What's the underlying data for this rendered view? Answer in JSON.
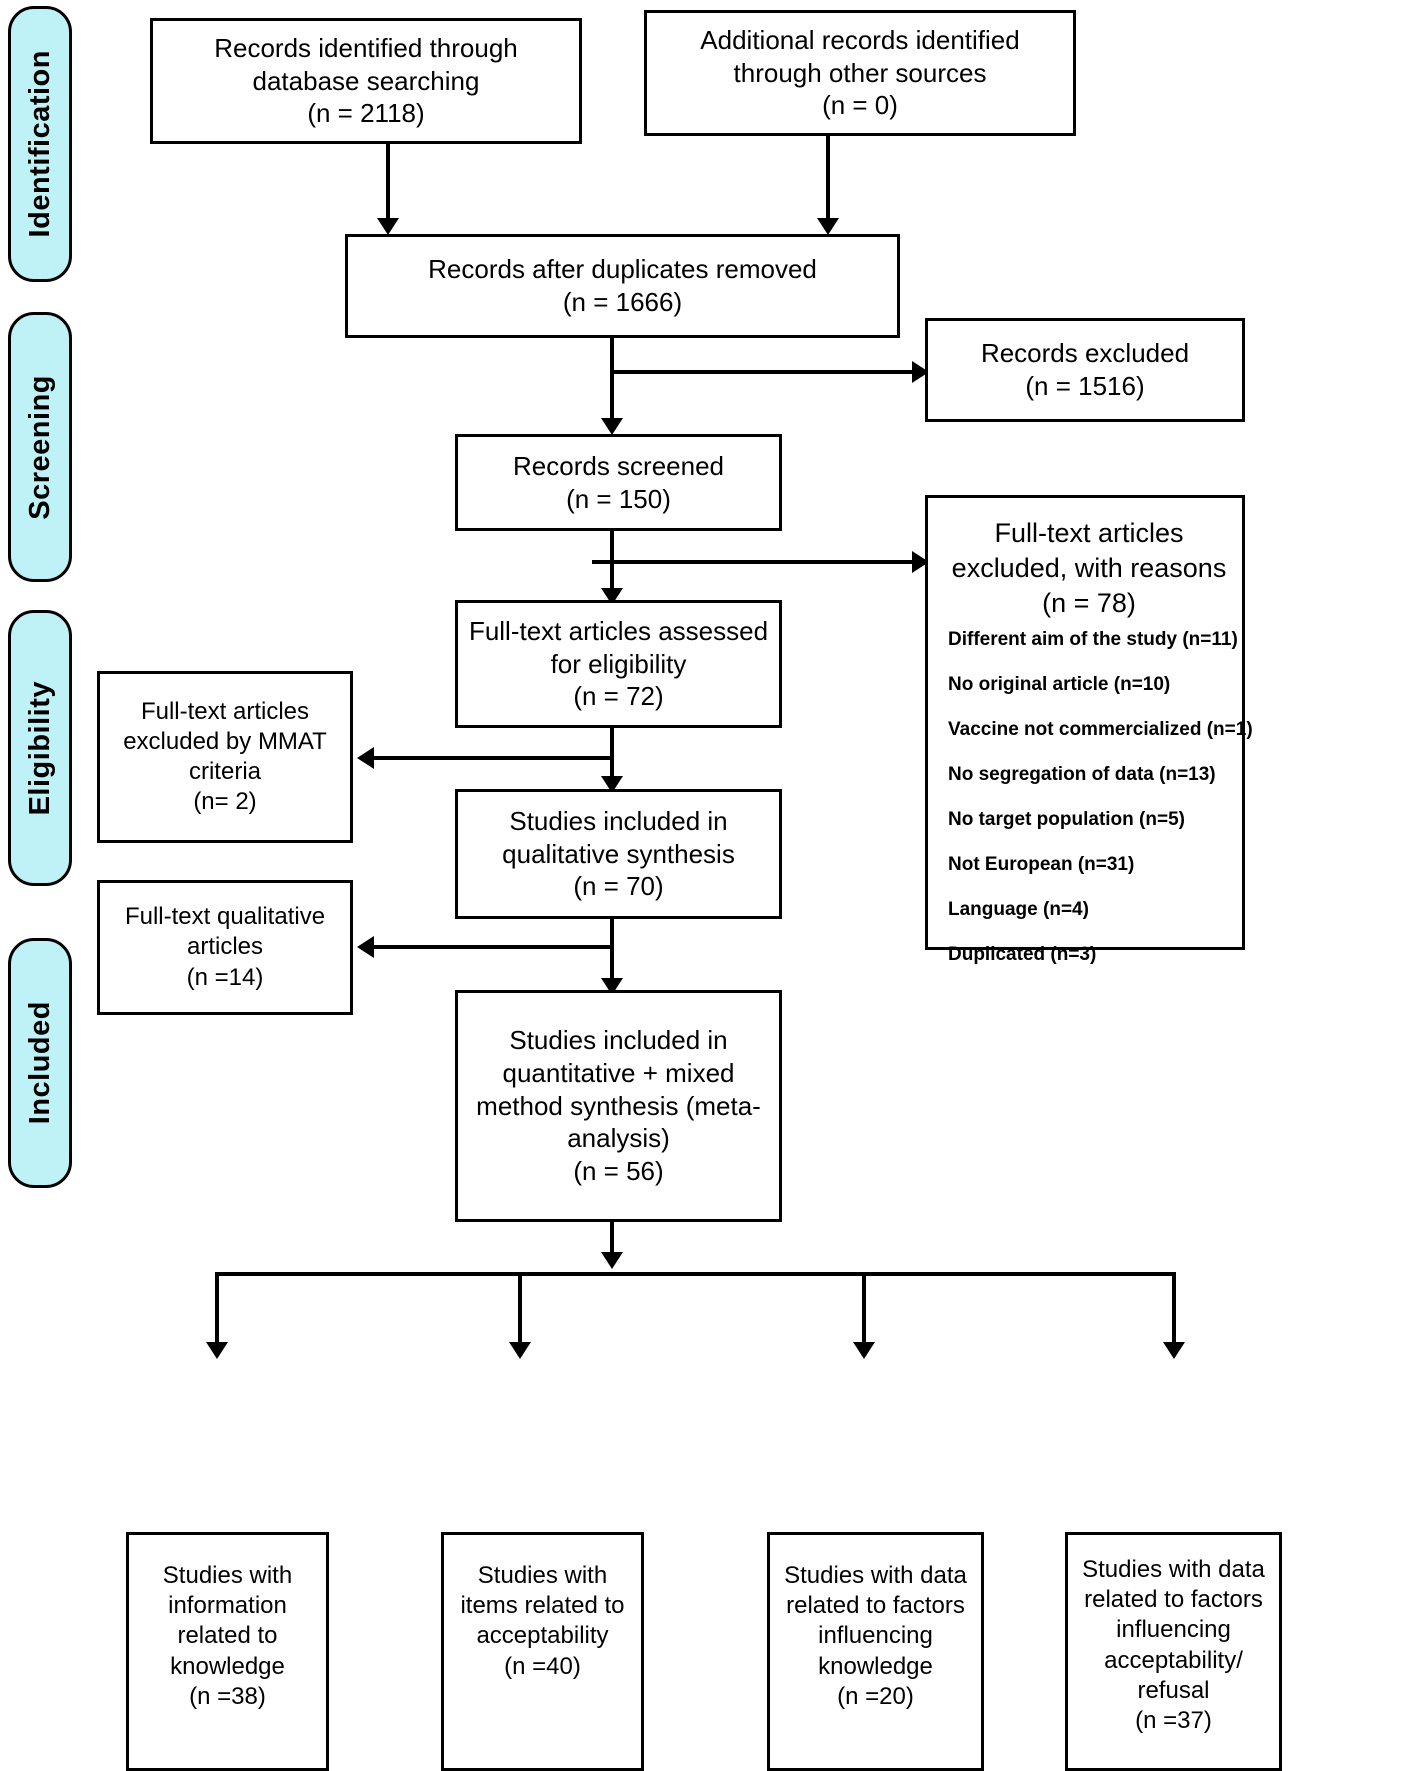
{
  "diagram": {
    "type": "prisma-flow-diagram",
    "accent_color": "#bff2f7",
    "line_color": "#000000",
    "background": "#ffffff"
  },
  "stages": [
    {
      "label": "Identification"
    },
    {
      "label": "Screening"
    },
    {
      "label": "Eligibility"
    },
    {
      "label": "Included"
    }
  ],
  "boxes": {
    "identified_db": {
      "line1": "Records identified through",
      "line2": "database searching",
      "line3": "(n = 2118)",
      "n": 2118
    },
    "identified_other": {
      "line1": "Additional records identified",
      "line2": "through other sources",
      "line3": "(n = 0)",
      "n": 0
    },
    "after_duplicates": {
      "line1": "Records after duplicates removed",
      "line2": "(n = 1666)",
      "n": 1666
    },
    "records_excluded": {
      "line1": "Records excluded",
      "line2": "(n = 1516)",
      "n": 1516
    },
    "records_screened": {
      "line1": "Records screened",
      "line2": "(n = 150)",
      "n": 150
    },
    "fulltext_assessed": {
      "line1": "Full-text articles assessed",
      "line2": "for eligibility",
      "line3": "(n = 72)",
      "n": 72
    },
    "fulltext_excluded_reasons": {
      "head1": "Full-text articles",
      "head2": "excluded, with reasons",
      "head3": "(n = 78)",
      "n": 78,
      "reasons": [
        {
          "label": "Different aim of the study (n=11)",
          "n": 11
        },
        {
          "label": "No original article (n=10)",
          "n": 10
        },
        {
          "label": "Vaccine not commercialized (n=1)",
          "n": 1
        },
        {
          "label": "No segregation of data (n=13)",
          "n": 13
        },
        {
          "label": "No target population (n=5)",
          "n": 5
        },
        {
          "label": "Not European (n=31)",
          "n": 31
        },
        {
          "label": "Language (n=4)",
          "n": 4
        },
        {
          "label": "Duplicated (n=3)",
          "n": 3
        }
      ]
    },
    "excluded_mmat": {
      "line1": "Full-text articles",
      "line2": "excluded by MMAT",
      "line3": "criteria",
      "line4": "(n= 2)",
      "n": 2
    },
    "qualitative_synthesis": {
      "line1": "Studies included in",
      "line2": "qualitative synthesis",
      "line3": "(n = 70)",
      "n": 70
    },
    "fulltext_qualitative": {
      "line1": "Full-text qualitative",
      "line2": "articles",
      "line3": "(n =14)",
      "n": 14
    },
    "quantitative_synthesis": {
      "line1": "Studies included in",
      "line2": "quantitative + mixed",
      "line3": "method synthesis (meta-",
      "line4": "analysis)",
      "line5": "(n = 56)",
      "n": 56
    }
  },
  "outcomes": [
    {
      "line1": "Studies with",
      "line2": "information",
      "line3": "related to",
      "line4": "knowledge",
      "line5": "(n =38)",
      "n": 38
    },
    {
      "line1": "Studies with",
      "line2": "items related to",
      "line3": "acceptability",
      "line4": "(n =40)",
      "line5": "",
      "n": 40
    },
    {
      "line1": "Studies with data",
      "line2": "related to factors",
      "line3": "influencing",
      "line4": "knowledge",
      "line5": "(n =20)",
      "n": 20
    },
    {
      "line1": "Studies with data",
      "line2": "related to factors",
      "line3": "influencing",
      "line4": "acceptability/",
      "line5": "refusal",
      "line6": "(n =37)",
      "n": 37
    }
  ]
}
